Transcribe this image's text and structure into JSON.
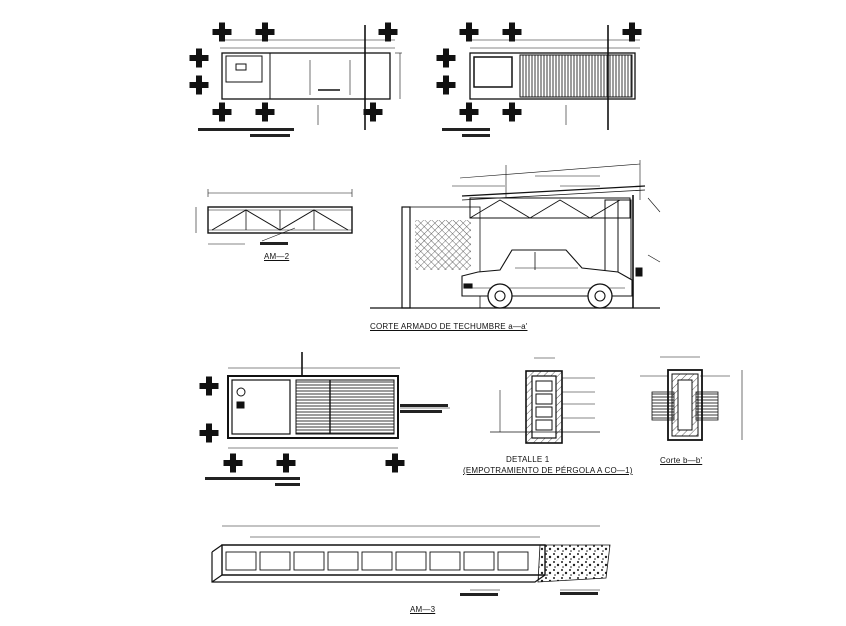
{
  "labels": {
    "am2": "AM—2",
    "corte_armado": "CORTE ARMADO DE TECHUMBRE a—a'",
    "detalle_1_title": "DETALLE 1",
    "detalle_1_sub": "(EMPOTRAMIENTO DE PÉRGOLA A CO—1)",
    "corte_bb": "Corte b—b'",
    "am3": "AM—3"
  },
  "colors": {
    "ink": "#111111",
    "hatch": "#333333",
    "paper": "#ffffff"
  }
}
